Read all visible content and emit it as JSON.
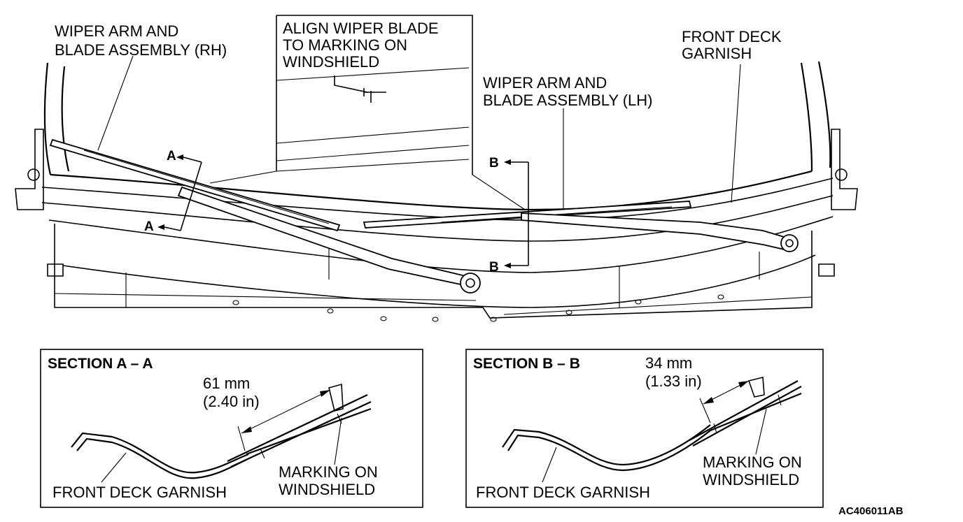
{
  "labels": {
    "wiper_rh_line1": "WIPER ARM AND",
    "wiper_rh_line2": "BLADE ASSEMBLY (RH)",
    "align_line1": "ALIGN WIPER BLADE",
    "align_line2": "TO MARKING ON",
    "align_line3": "WINDSHIELD",
    "wiper_lh_line1": "WIPER ARM AND",
    "wiper_lh_line2": "BLADE ASSEMBLY (LH)",
    "front_deck_line1": "FRONT DECK",
    "front_deck_line2": "GARNISH",
    "section_a_arrow_top": "A",
    "section_a_arrow_bottom": "A",
    "section_b_arrow_top": "B",
    "section_b_arrow_bottom": "B"
  },
  "section_a": {
    "title": "SECTION A – A",
    "dim_value": "61 mm",
    "dim_imperial": "(2.40 in)",
    "garnish_label": "FRONT DECK GARNISH",
    "marking_line1": "MARKING ON",
    "marking_line2": "WINDSHIELD"
  },
  "section_b": {
    "title": "SECTION B – B",
    "dim_value": "34 mm",
    "dim_imperial": "(1.33 in)",
    "garnish_label": "FRONT DECK GARNISH",
    "marking_line1": "MARKING ON",
    "marking_line2": "WINDSHIELD"
  },
  "figure_code": "AC406011AB"
}
